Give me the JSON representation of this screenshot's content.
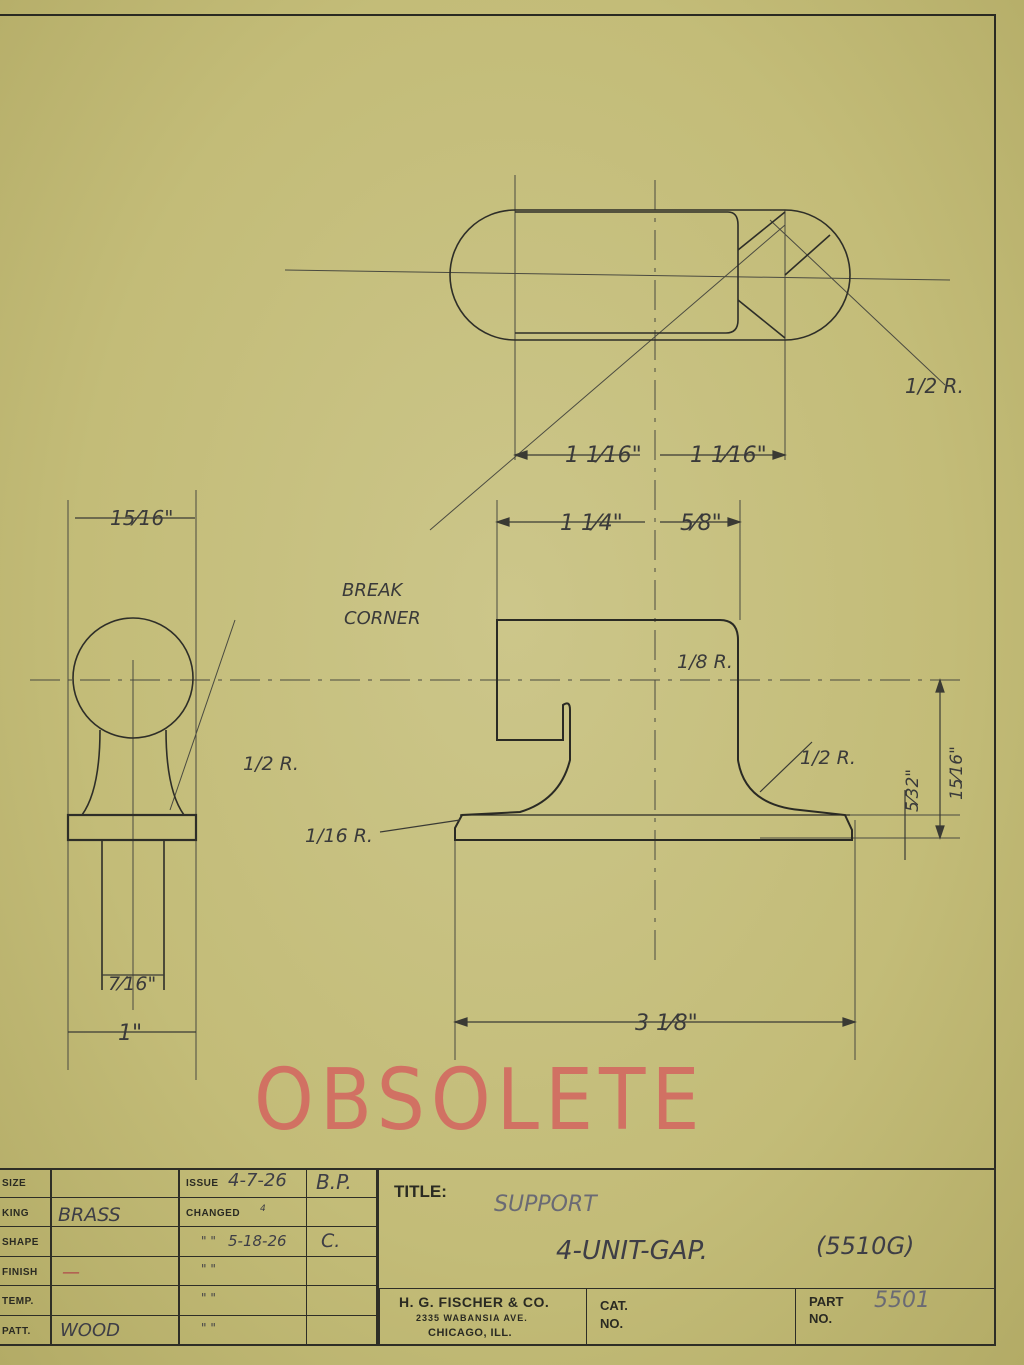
{
  "stamp": "OBSOLETE",
  "title_block": {
    "rows": [
      {
        "label": "SIZE",
        "value": ""
      },
      {
        "label": "KING",
        "value": "BRASS"
      },
      {
        "label": "SHAPE",
        "value": ""
      },
      {
        "label": "FINISH",
        "value": "—"
      },
      {
        "label": "TEMP.",
        "value": ""
      },
      {
        "label": "PATT.",
        "value": "WOOD"
      }
    ],
    "issue_label": "ISSUE",
    "issue_date": "4-7-26",
    "issue_initials": "B.P.",
    "changed_label": "CHANGED",
    "changed_num": "4",
    "changed_date": "5-18-26",
    "changed_initials": "C.",
    "ditto_marks": [
      "\"   \"",
      "\"   \"",
      "\"   \"",
      "\"   \""
    ],
    "title_label": "TITLE:",
    "title_line1": "SUPPORT",
    "title_line2": "4-UNIT-GAP.",
    "title_ref": "(5510G)",
    "company_name": "H. G. FISCHER & CO.",
    "company_address": "2335 WABANSIA AVE.",
    "company_city": "CHICAGO, ILL.",
    "cat_label": "CAT.",
    "no_label": "NO.",
    "part_label": "PART",
    "part_no_label": "NO.",
    "part_number": "5501"
  },
  "drawing": {
    "dimensions": {
      "d_15_16": "15⁄16\"",
      "d_7_16": "7⁄16\"",
      "d_1": "1\"",
      "d_1_16_left": "1 1⁄16\"",
      "d_1_16_right": "1 1⁄16\"",
      "d_1_4": "1 1⁄4\"",
      "d_5_8": "5⁄8\"",
      "d_3_1_8": "3 1⁄8\"",
      "d_5_32": "5⁄32\"",
      "d_15_16_v": "15⁄16\""
    },
    "notes": {
      "break": "BREAK",
      "corner": "CORNER",
      "r_half_top": "1/2 R.",
      "r_eighth": "1/8 R.",
      "r_half_mid": "1/2 R.",
      "r_half_left": "1/2 R.",
      "r_sixteenth": "1/16 R."
    }
  }
}
